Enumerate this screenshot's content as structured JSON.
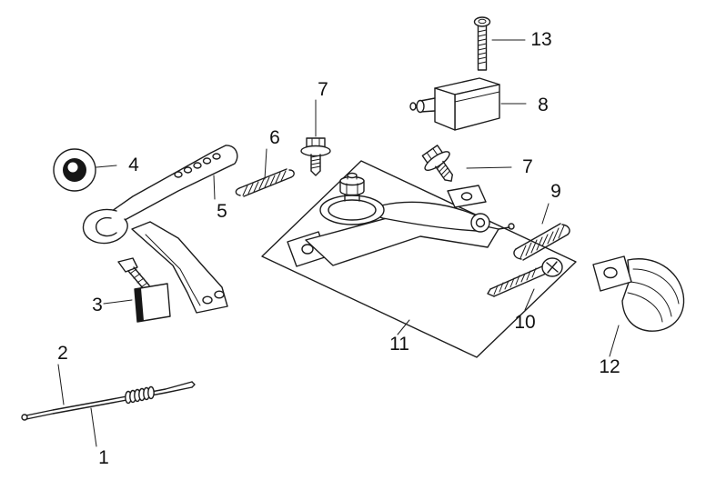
{
  "page": {
    "background": "#ffffff",
    "ink": "#1c1c1c",
    "type": "exploded-parts-diagram"
  },
  "diagram": {
    "callouts": [
      {
        "label": "1",
        "part": "cable-rod"
      },
      {
        "label": "2",
        "part": "small-coil-spring"
      },
      {
        "label": "3",
        "part": "screw-with-block"
      },
      {
        "label": "4",
        "part": "grommet"
      },
      {
        "label": "5",
        "part": "lever-arm-assembly"
      },
      {
        "label": "6",
        "part": "return-spring"
      },
      {
        "label": "7",
        "part": "flange-bolt-top"
      },
      {
        "label": "7",
        "part": "flange-bolt-right"
      },
      {
        "label": "8",
        "part": "switch-box"
      },
      {
        "label": "9",
        "part": "coil-spring"
      },
      {
        "label": "10",
        "part": "pan-head-screw"
      },
      {
        "label": "11",
        "part": "bracket-plate-assembly"
      },
      {
        "label": "12",
        "part": "knob"
      },
      {
        "label": "13",
        "part": "long-screw"
      }
    ]
  }
}
